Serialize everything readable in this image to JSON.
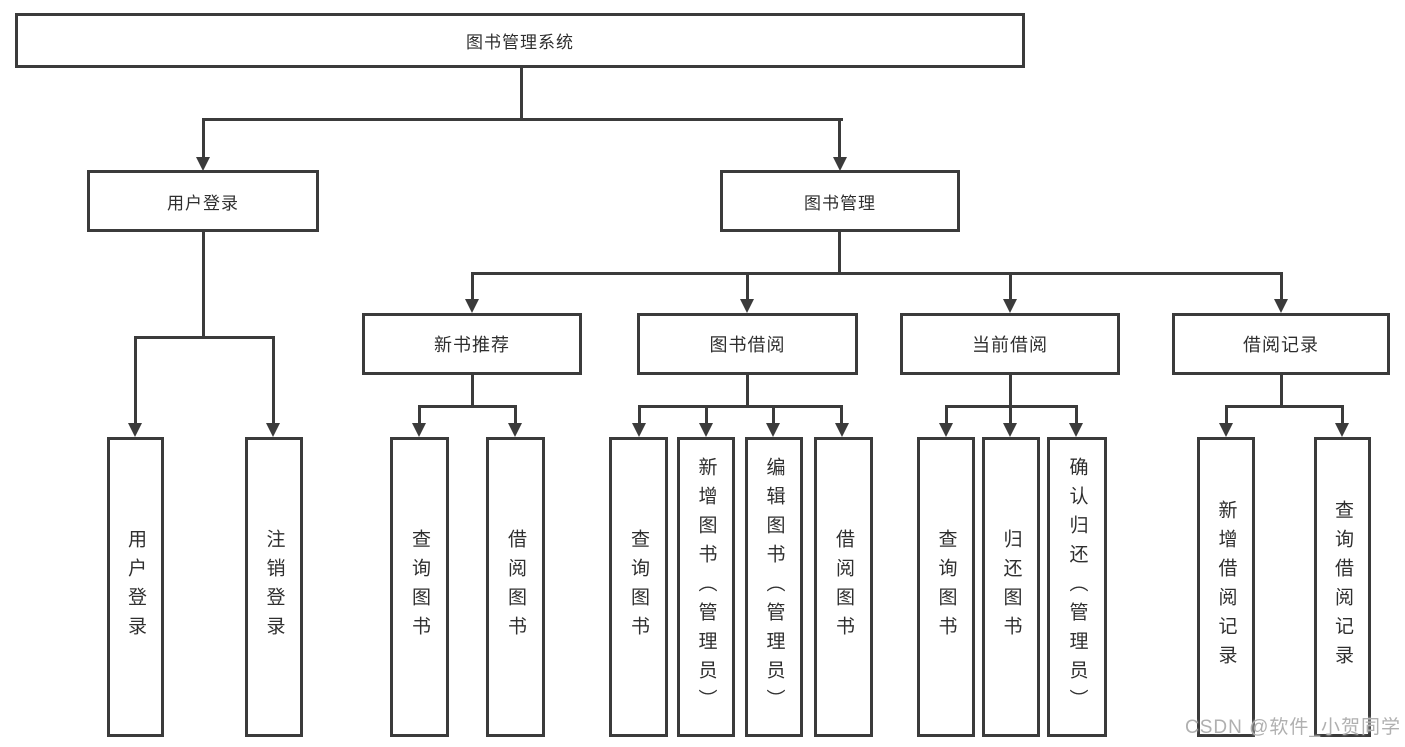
{
  "diagram": {
    "root": "图书管理系统",
    "branches": [
      "用户登录",
      "图书管理"
    ],
    "login_leaves": [
      "用户登录",
      "注销登录"
    ],
    "categories": [
      "新书推荐",
      "图书借阅",
      "当前借阅",
      "借阅记录"
    ],
    "category_leaves": [
      [
        "查询图书",
        "借阅图书"
      ],
      [
        "查询图书",
        "新增图书（管理员）",
        "编辑图书（管理员）",
        "借阅图书"
      ],
      [
        "查询图书",
        "归还图书",
        "确认归还（管理员）"
      ],
      [
        "新增借阅记录",
        "查询借阅记录"
      ]
    ]
  },
  "colors": {
    "line": "#3b3b3b",
    "text": "#2f2f2f",
    "background": "#ffffff",
    "watermark_gray": "#b0b0b0"
  },
  "watermark": "CSDN @软件_小贺同学"
}
